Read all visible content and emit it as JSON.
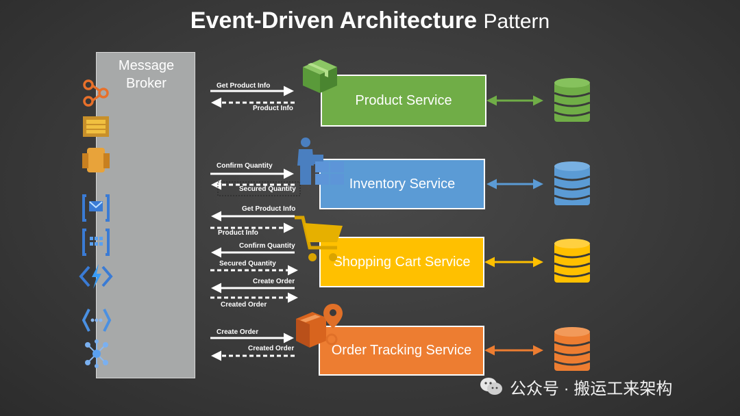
{
  "title": {
    "bold": "Event-Driven Architecture",
    "light": "Pattern"
  },
  "broker": {
    "label": "Message\nBroker"
  },
  "services": [
    {
      "name": "Product Service",
      "color": "#70ad47"
    },
    {
      "name": "Inventory Service",
      "color": "#5b9bd5"
    },
    {
      "name": "Shopping Cart Service",
      "color": "#ffc000"
    },
    {
      "name": "Order Tracking Service",
      "color": "#ed7d31"
    }
  ],
  "messages": {
    "product": {
      "out": "Get Product Info",
      "in": "Product Info"
    },
    "inventory": {
      "out": "Confirm Quantity",
      "in": "Secured Quantity"
    },
    "cart": {
      "get_info": "Get Product Info",
      "product_info": "Product Info",
      "confirm_qty": "Confirm Quantity",
      "secured_qty": "Secured Quantity",
      "create_order": "Create Order",
      "created_order": "Created Order"
    },
    "order": {
      "out": "Create Order",
      "in": "Created Order"
    }
  },
  "icons": {
    "broker_side": [
      "event-bridge-icon",
      "sqs-icon",
      "sns-icon",
      "service-bus-icon",
      "event-hub-icon",
      "event-grid-icon",
      "pubsub-icon",
      "eventarc-icon"
    ],
    "services": [
      "package-icon",
      "worker-boxes-icon",
      "shopping-cart-icon",
      "order-location-icon"
    ],
    "database": "database-icon"
  },
  "watermark": {
    "text": "公众号 · 搬运工来架构"
  }
}
